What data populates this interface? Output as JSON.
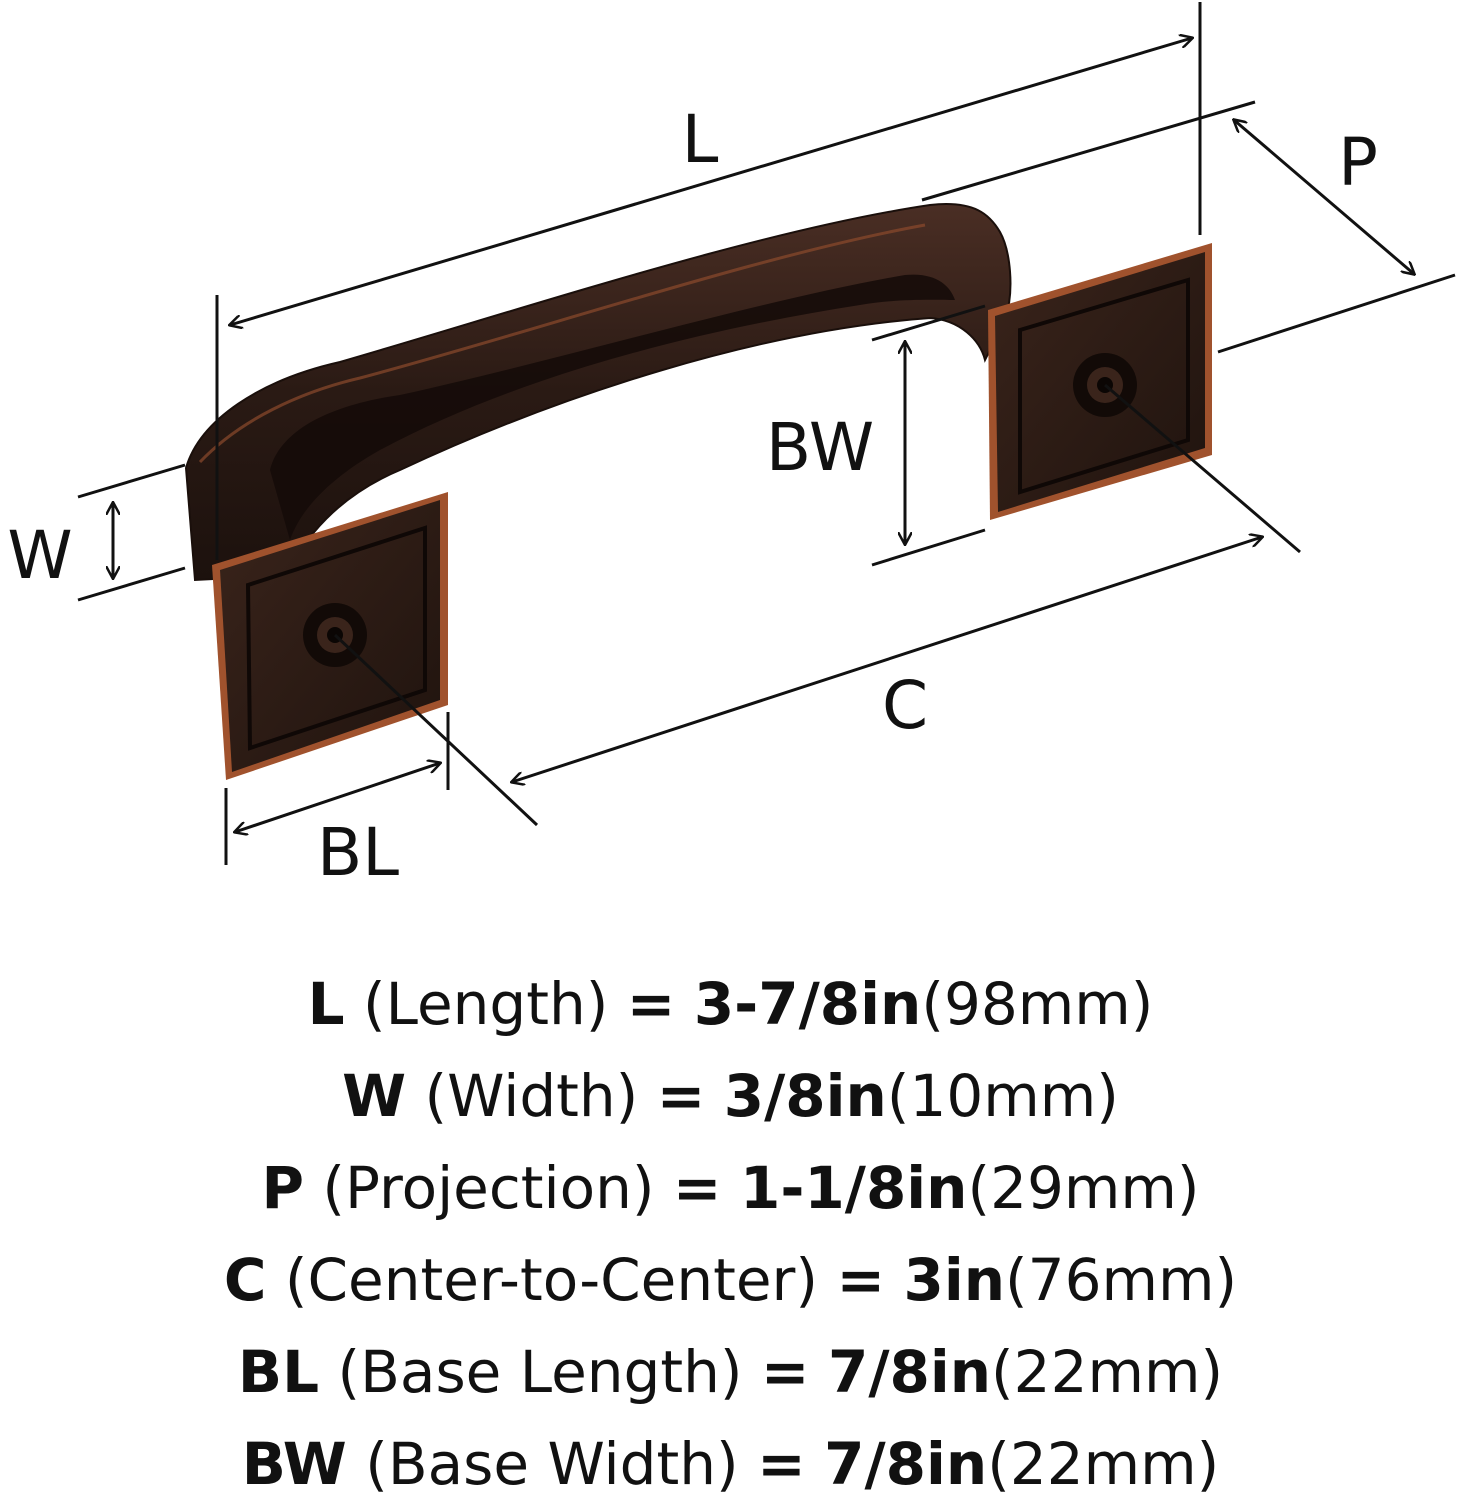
{
  "labels": {
    "L": "L",
    "P": "P",
    "W": "W",
    "BW": "BW",
    "C": "C",
    "BL": "BL"
  },
  "colors": {
    "finish_dark": "#2a1a14",
    "finish_highlight": "#a0522d",
    "line": "#111111"
  },
  "specs": [
    {
      "code": "L",
      "name": "(Length)",
      "eq": "=",
      "imperial": "3-7/8in",
      "metric": "(98mm)"
    },
    {
      "code": "W",
      "name": "(Width)",
      "eq": "=",
      "imperial": "3/8in",
      "metric": "(10mm)"
    },
    {
      "code": "P",
      "name": "(Projection)",
      "eq": "=",
      "imperial": "1-1/8in",
      "metric": "(29mm)"
    },
    {
      "code": "C",
      "name": "(Center-to-Center)",
      "eq": "=",
      "imperial": "3in",
      "metric": "(76mm)"
    },
    {
      "code": "BL",
      "name": "(Base Length)",
      "eq": "=",
      "imperial": "7/8in",
      "metric": "(22mm)"
    },
    {
      "code": "BW",
      "name": "(Base Width)",
      "eq": "=",
      "imperial": "7/8in",
      "metric": "(22mm)"
    }
  ]
}
